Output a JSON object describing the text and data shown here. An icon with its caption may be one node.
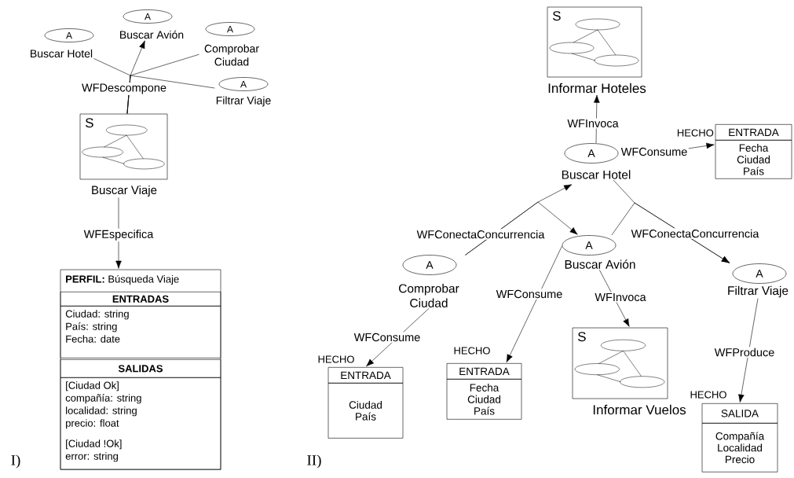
{
  "diagram": {
    "nodes": [
      {
        "text": [
          "A",
          "Buscar Hotel"
        ]
      },
      {
        "text": [
          "A",
          "Buscar Avión"
        ]
      },
      {
        "text": [
          "A",
          "Comprobar Ciudad"
        ]
      },
      {
        "text": [
          "A",
          "Filtrar Viaje"
        ]
      },
      {
        "text": [
          "S",
          "Buscar Viaje"
        ]
      },
      {
        "text": [
          "**PERFIL:** Búsqueda Viaje"
        ]
      },
      {
        "text": [
          "ENTRADAS",
          "Ciudad: string",
          "País: string",
          "Fecha: date"
        ],
        "in": 5
      },
      {
        "text": [
          "SALIDAS",
          "[Ciudad Ok]",
          "compañía: string",
          "localidad: string",
          "precio: float",
          "[Ciudad !Ok]",
          "error: string"
        ],
        "in": 5
      },
      {
        "text": [
          "S",
          "Informar Hoteles"
        ]
      },
      {
        "text": [
          "A",
          "Buscar Hotel"
        ]
      },
      {
        "text": [
          "ENTRADA",
          "Fecha",
          "Ciudad",
          "País"
        ],
        "beside": [
          "HECHO"
        ]
      },
      {
        "text": [
          "A",
          "Comprobar Ciudad"
        ]
      },
      {
        "text": [
          "A",
          "Buscar Avión"
        ]
      },
      {
        "text": [
          "A",
          "Filtrar Viaje"
        ]
      },
      {
        "text": [
          "ENTRADA",
          "Ciudad",
          "País"
        ],
        "beside": [
          "HECHO"
        ]
      },
      {
        "text": [
          "ENTRADA",
          "Fecha",
          "Ciudad",
          "País"
        ],
        "beside": [
          "HECHO"
        ]
      },
      {
        "text": [
          "S",
          "Informar Vuelos"
        ]
      },
      {
        "text": [
          "SALIDA",
          "Compañía",
          "Localidad",
          "Precio"
        ],
        "beside": [
          "HECHO"
        ]
      }
    ],
    "edges": [
      {
        "from": 4,
        "to": 0,
        "arrow": "none",
        "label": "WFDescompone"
      },
      {
        "from": 4,
        "to": 1,
        "arrow": "to"
      },
      {
        "from": 4,
        "to": 2,
        "arrow": "none"
      },
      {
        "from": 4,
        "to": 3,
        "arrow": "none"
      },
      {
        "from": 4,
        "to": 5,
        "arrow": "to",
        "label": "WFEspecifica"
      },
      {
        "from": 9,
        "to": 8,
        "arrow": "to",
        "label": "WFInvoca"
      },
      {
        "from": 9,
        "to": 10,
        "arrow": "to",
        "label": "WFConsume"
      },
      {
        "from": 11,
        "to": 9,
        "arrow": "to",
        "label": "WFConectaConcurrencia"
      },
      {
        "from": 11,
        "to": 12,
        "arrow": "to"
      },
      {
        "from": 9,
        "to": 13,
        "arrow": "to",
        "label": "WFConectaConcurrencia"
      },
      {
        "from": 12,
        "to": 13,
        "arrow": "to"
      },
      {
        "from": 11,
        "to": 14,
        "arrow": "to",
        "label": "WFConsume"
      },
      {
        "from": 12,
        "to": 15,
        "arrow": "to",
        "label": "WFConsume"
      },
      {
        "from": 12,
        "to": 16,
        "arrow": "to",
        "label": "WFInvoca"
      },
      {
        "from": 13,
        "to": 17,
        "arrow": "to",
        "label": "WFProduce"
      }
    ],
    "labels": [
      "I)",
      "II)"
    ]
  }
}
